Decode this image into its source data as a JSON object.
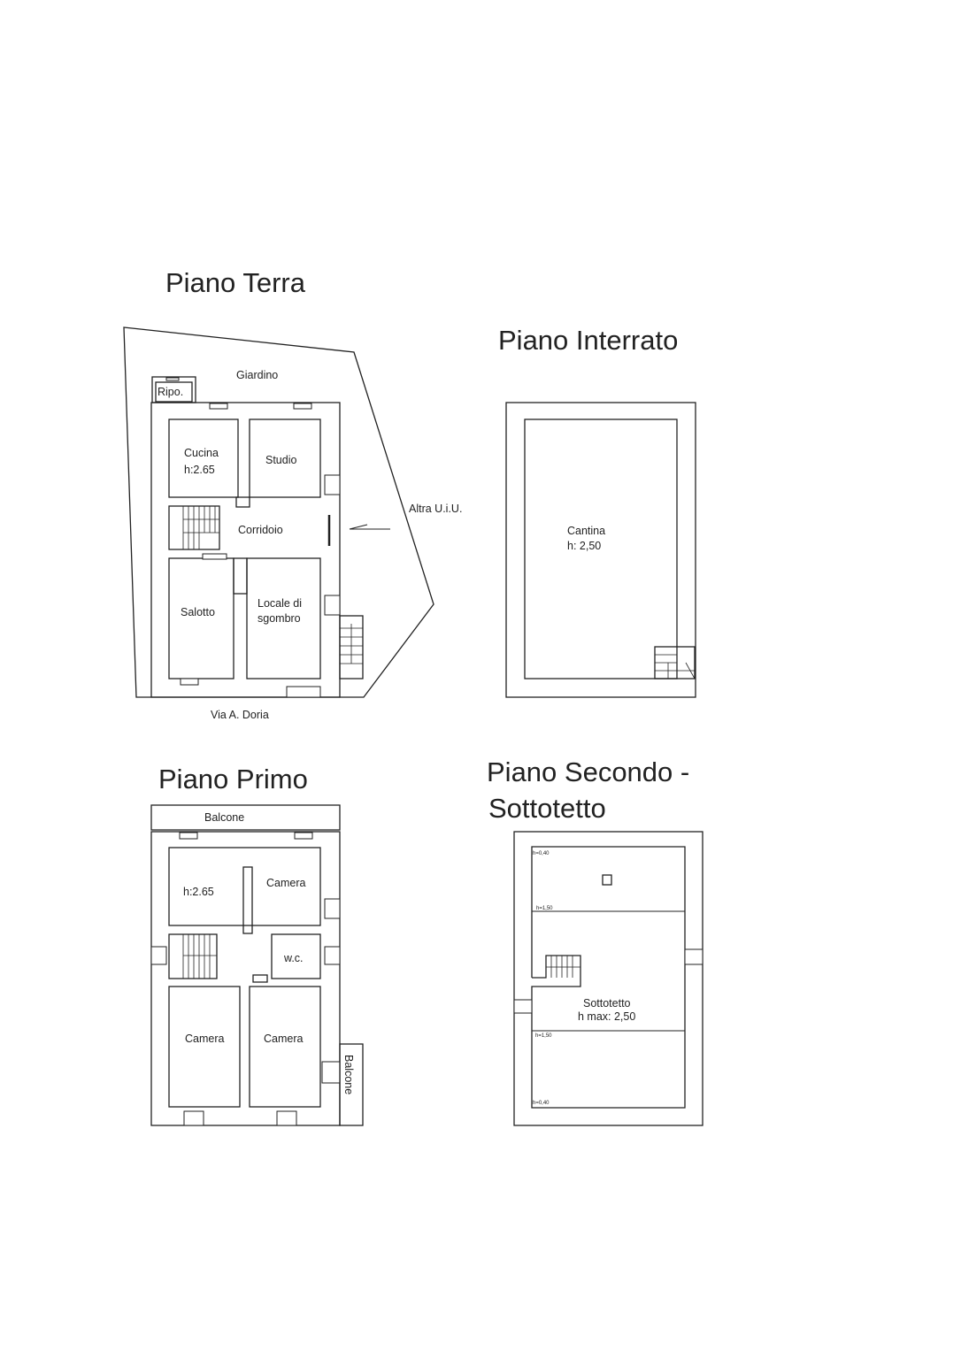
{
  "piano_terra": {
    "title": "Piano Terra",
    "giardino": "Giardino",
    "ripo": "Ripo.",
    "cucina": "Cucina",
    "cucina_h": "h:2.65",
    "studio": "Studio",
    "corridoio": "Corridoio",
    "salotto": "Salotto",
    "locale_1": "Locale di",
    "locale_2": "sgombro",
    "altra": "Altra U.i.U.",
    "via": "Via A. Doria"
  },
  "piano_interrato": {
    "title": "Piano Interrato",
    "cantina": "Cantina",
    "cantina_h": "h: 2,50"
  },
  "piano_primo": {
    "title": "Piano Primo",
    "balcone_top": "Balcone",
    "h": "h:2.65",
    "camera_1": "Camera",
    "wc": "w.c.",
    "camera_2": "Camera",
    "camera_3": "Camera",
    "balcone_side": "Balcone"
  },
  "piano_secondo": {
    "title_1": "Piano Secondo -",
    "title_2": "Sottotetto",
    "h_top": "h=0,40",
    "h_mid1": "h=1,50",
    "sottotetto": "Sottotetto",
    "hmax": "h max: 2,50",
    "h_mid2": "h=1,50",
    "h_bottom": "h=0,40"
  }
}
